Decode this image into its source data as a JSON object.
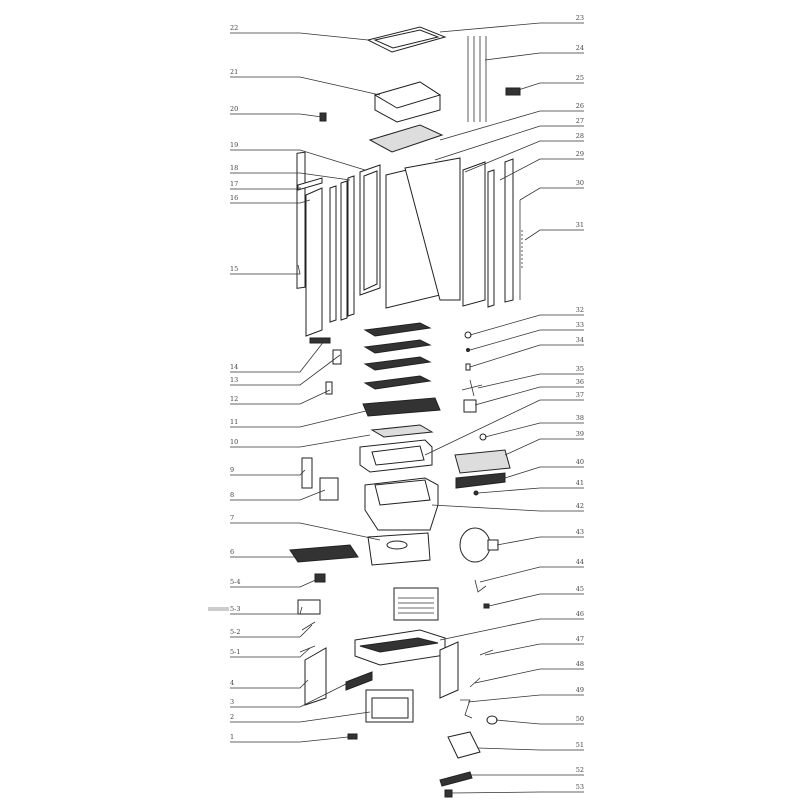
{
  "title": "Exploded parts diagram",
  "callouts_left": [
    "22",
    "21",
    "20",
    "19",
    "18",
    "17",
    "16",
    "15",
    "14",
    "13",
    "12",
    "11",
    "10",
    "9",
    "8",
    "7",
    "6",
    "5-4",
    "5-3",
    "5-2",
    "5-1",
    "4",
    "3",
    "2",
    "1"
  ],
  "callouts_right": [
    "23",
    "24",
    "25",
    "26",
    "27",
    "28",
    "29",
    "30",
    "31",
    "32",
    "33",
    "34",
    "35",
    "36",
    "37",
    "38",
    "39",
    "40",
    "41",
    "42",
    "43",
    "44",
    "45",
    "46",
    "47",
    "48",
    "49",
    "50",
    "51",
    "52",
    "53"
  ]
}
